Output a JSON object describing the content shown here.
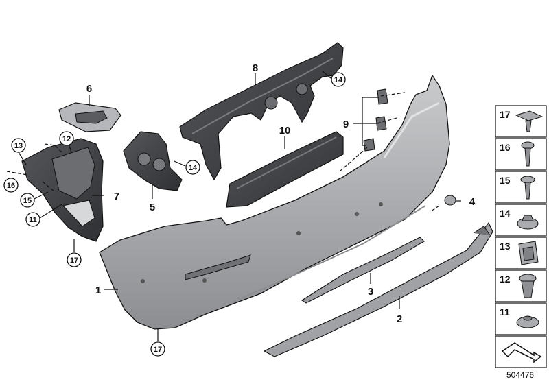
{
  "diagram": {
    "id": "504476",
    "callouts": [
      {
        "label": "1",
        "circled": false
      },
      {
        "label": "2",
        "circled": false
      },
      {
        "label": "3",
        "circled": false
      },
      {
        "label": "4",
        "circled": false
      },
      {
        "label": "5",
        "circled": false
      },
      {
        "label": "6",
        "circled": false
      },
      {
        "label": "7",
        "circled": false
      },
      {
        "label": "8",
        "circled": false
      },
      {
        "label": "9",
        "circled": false
      },
      {
        "label": "10",
        "circled": false
      },
      {
        "label": "11",
        "circled": true
      },
      {
        "label": "12",
        "circled": true
      },
      {
        "label": "13",
        "circled": true
      },
      {
        "label": "14",
        "circled": true
      },
      {
        "label": "14",
        "circled": true
      },
      {
        "label": "15",
        "circled": true
      },
      {
        "label": "16",
        "circled": true
      },
      {
        "label": "17",
        "circled": true
      },
      {
        "label": "17",
        "circled": true
      }
    ],
    "fastener_panel": [
      {
        "label": "17"
      },
      {
        "label": "16"
      },
      {
        "label": "15"
      },
      {
        "label": "14"
      },
      {
        "label": "13"
      },
      {
        "label": "12"
      },
      {
        "label": "11"
      }
    ],
    "colors": {
      "part_fill": "#a9abae",
      "part_light": "#c8cacc",
      "part_dark": "#3f4144",
      "outline": "#111111"
    }
  }
}
